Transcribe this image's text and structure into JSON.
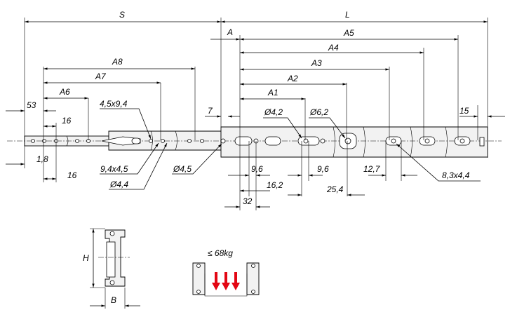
{
  "labels": {
    "S": "S",
    "L": "L",
    "A": "A",
    "A1": "A1",
    "A2": "A2",
    "A3": "A3",
    "A4": "A4",
    "A5": "A5",
    "A6": "A6",
    "A7": "A7",
    "A8": "A8",
    "d53": "53",
    "d16a": "16",
    "d16b": "16",
    "d1_8": "1,8",
    "slot_4_5x9_4": "4,5x9,4",
    "slot_9_4x4_5": "9,4x4,5",
    "dia4_4": "Ø4,4",
    "dia4_5": "Ø4,5",
    "d7": "7",
    "dia4_2": "Ø4,2",
    "dia6_2": "Ø6,2",
    "d9_6a": "9,6",
    "d9_6b": "9,6",
    "d16_2": "16,2",
    "d32": "32",
    "d25_4": "25,4",
    "d12_7": "12,7",
    "d15": "15",
    "slot_8_3x4_4": "8,3x4,4",
    "H": "H",
    "B": "B",
    "load": "≤ 68kg"
  },
  "colors": {
    "line": "#000000",
    "part_fill": "#f2f2f2",
    "arrow_red": "#e30613"
  }
}
